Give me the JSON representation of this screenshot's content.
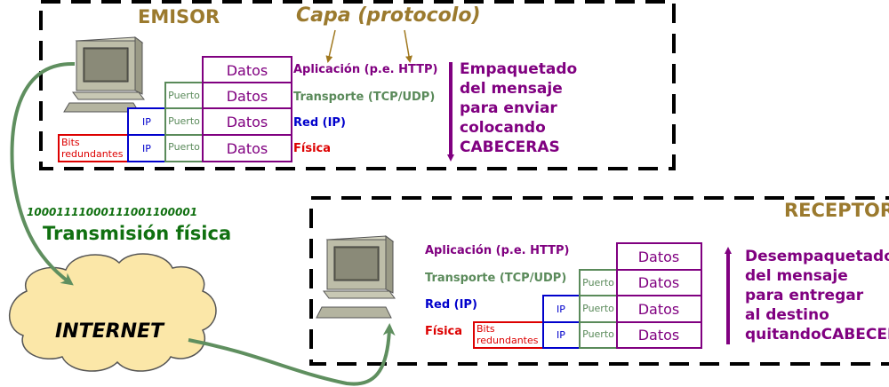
{
  "colors": {
    "purple": "#800080",
    "green": "#5a8a5a",
    "blue": "#0000cc",
    "red": "#dd0000",
    "gold": "#8b6914",
    "cable": "#5f8f5f",
    "dark_green": "#107010",
    "cloud_fill": "#fbe7a8"
  },
  "emisor": {
    "title": "EMISOR",
    "capa_label": "Capa (protocolo)",
    "layers": {
      "aplicacion": "Aplicación (p.e. HTTP)",
      "transporte": "Transporte (TCP/UDP)",
      "red": "Red (IP)",
      "fisica": "Física"
    },
    "packet": {
      "datos": "Datos",
      "puerto": "Puerto",
      "ip": "IP",
      "bits_line1": "Bits",
      "bits_line2": "redundantes"
    },
    "note_lines": [
      "Empaquetado",
      "del mensaje",
      "para enviar",
      "colocando",
      "CABECERAS"
    ]
  },
  "receptor": {
    "title": "RECEPTOR",
    "layers": {
      "aplicacion": "Aplicación (p.e. HTTP)",
      "transporte": "Transporte (TCP/UDP)",
      "red": "Red (IP)",
      "fisica": "Física"
    },
    "packet": {
      "datos": "Datos",
      "puerto": "Puerto",
      "ip": "IP",
      "bits_line1": "Bits",
      "bits_line2": "redundantes"
    },
    "note_lines": [
      "Desempaquetado",
      "del mensaje",
      "para entregar",
      "al destino",
      "quitandoCABECERAS"
    ]
  },
  "transmission": {
    "bits": "10001111000111001100001",
    "label": "Transmisión física"
  },
  "internet_label": "INTERNET"
}
